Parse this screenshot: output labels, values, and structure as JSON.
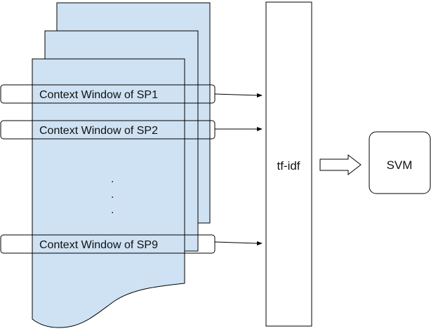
{
  "diagram": {
    "windows": [
      {
        "label": "Context Window of SP1"
      },
      {
        "label": "Context Window of SP2"
      },
      {
        "label": "Context Window of SP9"
      }
    ],
    "ellipsis": [
      ".",
      ".",
      "."
    ],
    "tfidf_label": "tf-idf",
    "svm_label": "SVM"
  },
  "colors": {
    "doc_fill": "#cfe2f3",
    "stroke": "#000000",
    "background": "#ffffff"
  }
}
